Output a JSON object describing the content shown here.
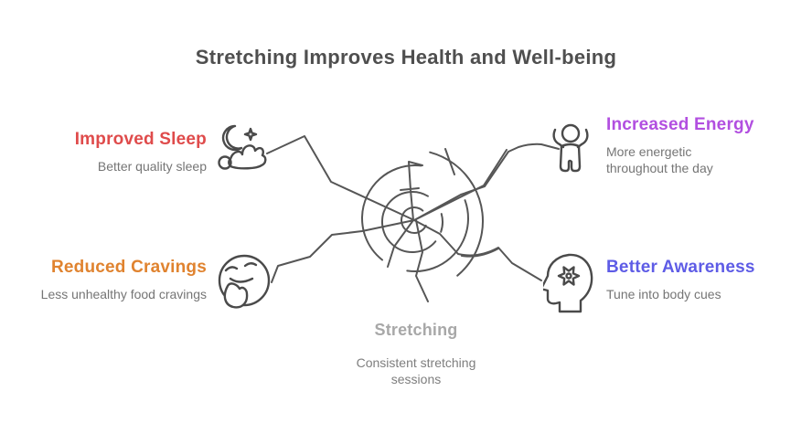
{
  "title": "Stretching Improves Health and Well-being",
  "center": {
    "label": "Stretching",
    "description": "Consistent stretching sessions"
  },
  "nodes": [
    {
      "label": "Improved Sleep",
      "description": "Better quality sleep",
      "color": "#df4b4b",
      "icon": "moon-and-sleeping-person-icon",
      "position": "top-left"
    },
    {
      "label": "Increased Energy",
      "description": "More energetic throughout the day",
      "color": "#b24fe0",
      "icon": "person-arms-raised-icon",
      "position": "top-right"
    },
    {
      "label": "Reduced Cravings",
      "description": "Less unhealthy food cravings",
      "color": "#e0832f",
      "icon": "craving-face-icon",
      "position": "bottom-left"
    },
    {
      "label": "Better Awareness",
      "description": "Tune into body cues",
      "color": "#5e5ce6",
      "icon": "head-with-gear-icon",
      "position": "bottom-right"
    }
  ],
  "style_colors": {
    "title_text": "#4f4f4f",
    "description_text": "#757575",
    "center_label_text": "#a8a8a8",
    "line_and_icon_stroke": "#565656",
    "background": "#ffffff"
  }
}
